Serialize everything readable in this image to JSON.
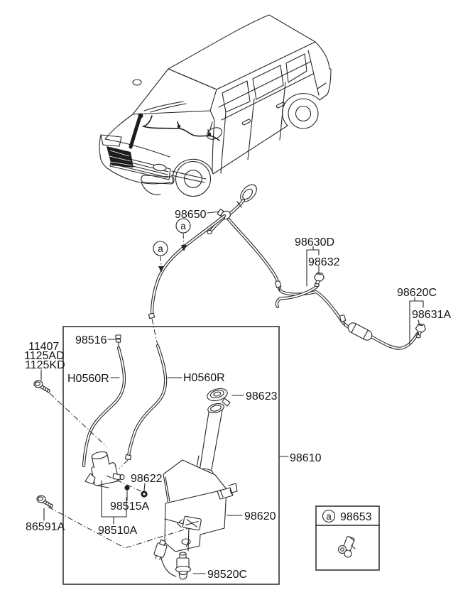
{
  "diagram": {
    "type": "parts-catalog-diagram",
    "subject": "windshield washer reservoir and hose assembly",
    "colors": {
      "background": "#ffffff",
      "ink": "#262626",
      "dark_fill": "#1d1d1d"
    }
  },
  "labels": {
    "hose_assembly": "98650",
    "marker": "a",
    "nozzle_group": "98630D",
    "nozzle_front": "98632",
    "hose_rear_group": "98620C",
    "nozzle_rear": "98631A",
    "bolt_stack_1": "11407",
    "bolt_stack_2": "1125AD",
    "bolt_stack_3": "1125KD",
    "clip_hose": "98516",
    "hose_left": "H0560R",
    "hose_right": "H0560R",
    "cap": "98623",
    "reservoir_assembly": "98610",
    "grommet": "98622",
    "pump_seal": "98515A",
    "pump": "98510A",
    "bolt_lower": "86591A",
    "reservoir": "98620",
    "level_sensor": "98520C",
    "clip_legend": "98653"
  }
}
